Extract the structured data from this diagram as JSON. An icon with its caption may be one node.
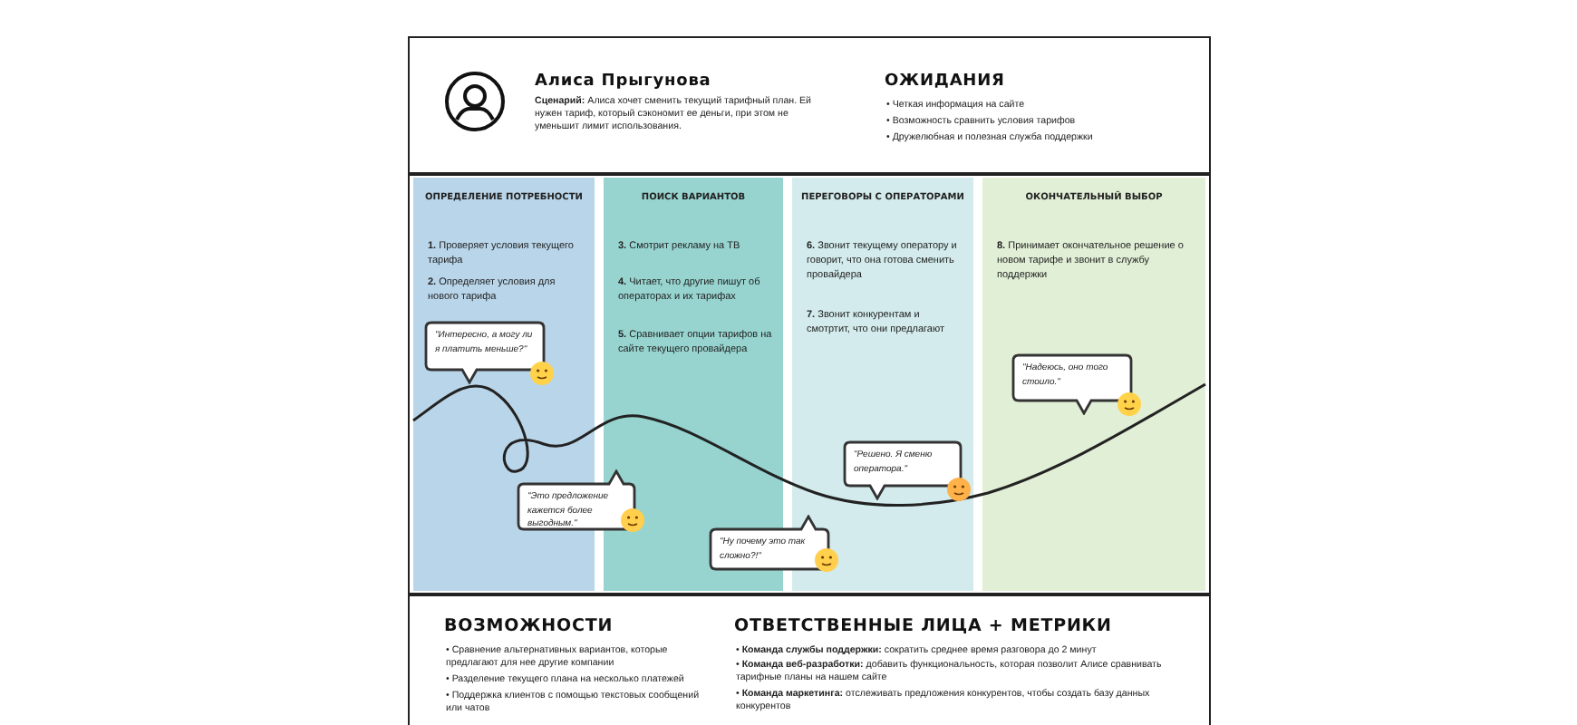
{
  "diagram": {
    "nodes": [
      {
        "text": [
          "Алиса Прыгунова",
          "**Сценарий:** Алиса хочет сменить текущий тарифный план. Ей нужен тариф, который сэкономит ее деньги, при этом не уменьшит лимит использования."
        ]
      },
      {
        "text": [
          "ОЖИДАНИЯ",
          "• Четкая информация на сайте",
          "• Возможность сравнить условия тарифов",
          "• Дружелюбная и полезная служба поддержки"
        ]
      },
      {
        "text": [
          "ОПРЕДЕЛЕНИЕ ПОТРЕБНОСТИ",
          "**1.** Проверяет условия текущего тарифа",
          "**2.** Определяет условия для нового тарифа"
        ]
      },
      {
        "text": [
          "ПОИСК ВАРИАНТОВ",
          "**3.** Смотрит рекламу на ТВ",
          "**4.** Читает, что другие пишут об операторах и их тарифах",
          "**5.** Сравнивает опции тарифов на сайте текущего провайдера"
        ]
      },
      {
        "text": [
          "ПЕРЕГОВОРЫ С ОПЕРАТОРАМИ",
          "**6.** Звонит текущему оператору и говорит, что она готова сменить провайдера",
          "**7.** Звонит конкурентам и смотртит, что они предлагают"
        ]
      },
      {
        "text": [
          "ОКОНЧАТЕЛЬНЫЙ ВЫБОР",
          "**8.** Принимает окончательное решение о новом тарифе и звонит в службу поддержки"
        ]
      },
      {
        "text": [
          "\"Интересно, а могу ли я платить меньше?\""
        ],
        "in": 2
      },
      {
        "text": [
          "\"Это предложение кажется более выгодным.\""
        ]
      },
      {
        "text": [
          "\"Ну почему это так сложно?!\""
        ]
      },
      {
        "text": [
          "\"Решено. Я сменю оператора.\""
        ],
        "in": 4
      },
      {
        "text": [
          "\"Надеюсь, оно того стоило.\""
        ],
        "in": 5
      },
      {
        "text": [
          "ВОЗМОЖНОСТИ",
          "• Сравнение альтернативных вариантов, которые предлагают для нее другие компании",
          "• Разделение текущего плана на несколько платежей",
          "• Поддержка клиентов с помощью текстовых сообщений или чатов"
        ]
      },
      {
        "text": [
          "ОТВЕТСТВЕННЫЕ ЛИЦА + МЕТРИКИ",
          "• **Команда службы поддержки:** сократить среднее время разговора до 2 минут",
          "• **Команда веб-разработки:** добавить функциональность, которая позволит Алисе сравнивать тарифные планы на нашем сайте",
          "• **Команда маркетинга:** отслеживать предложения конкурентов, чтобы создать базу данных конкурентов"
        ]
      }
    ]
  }
}
